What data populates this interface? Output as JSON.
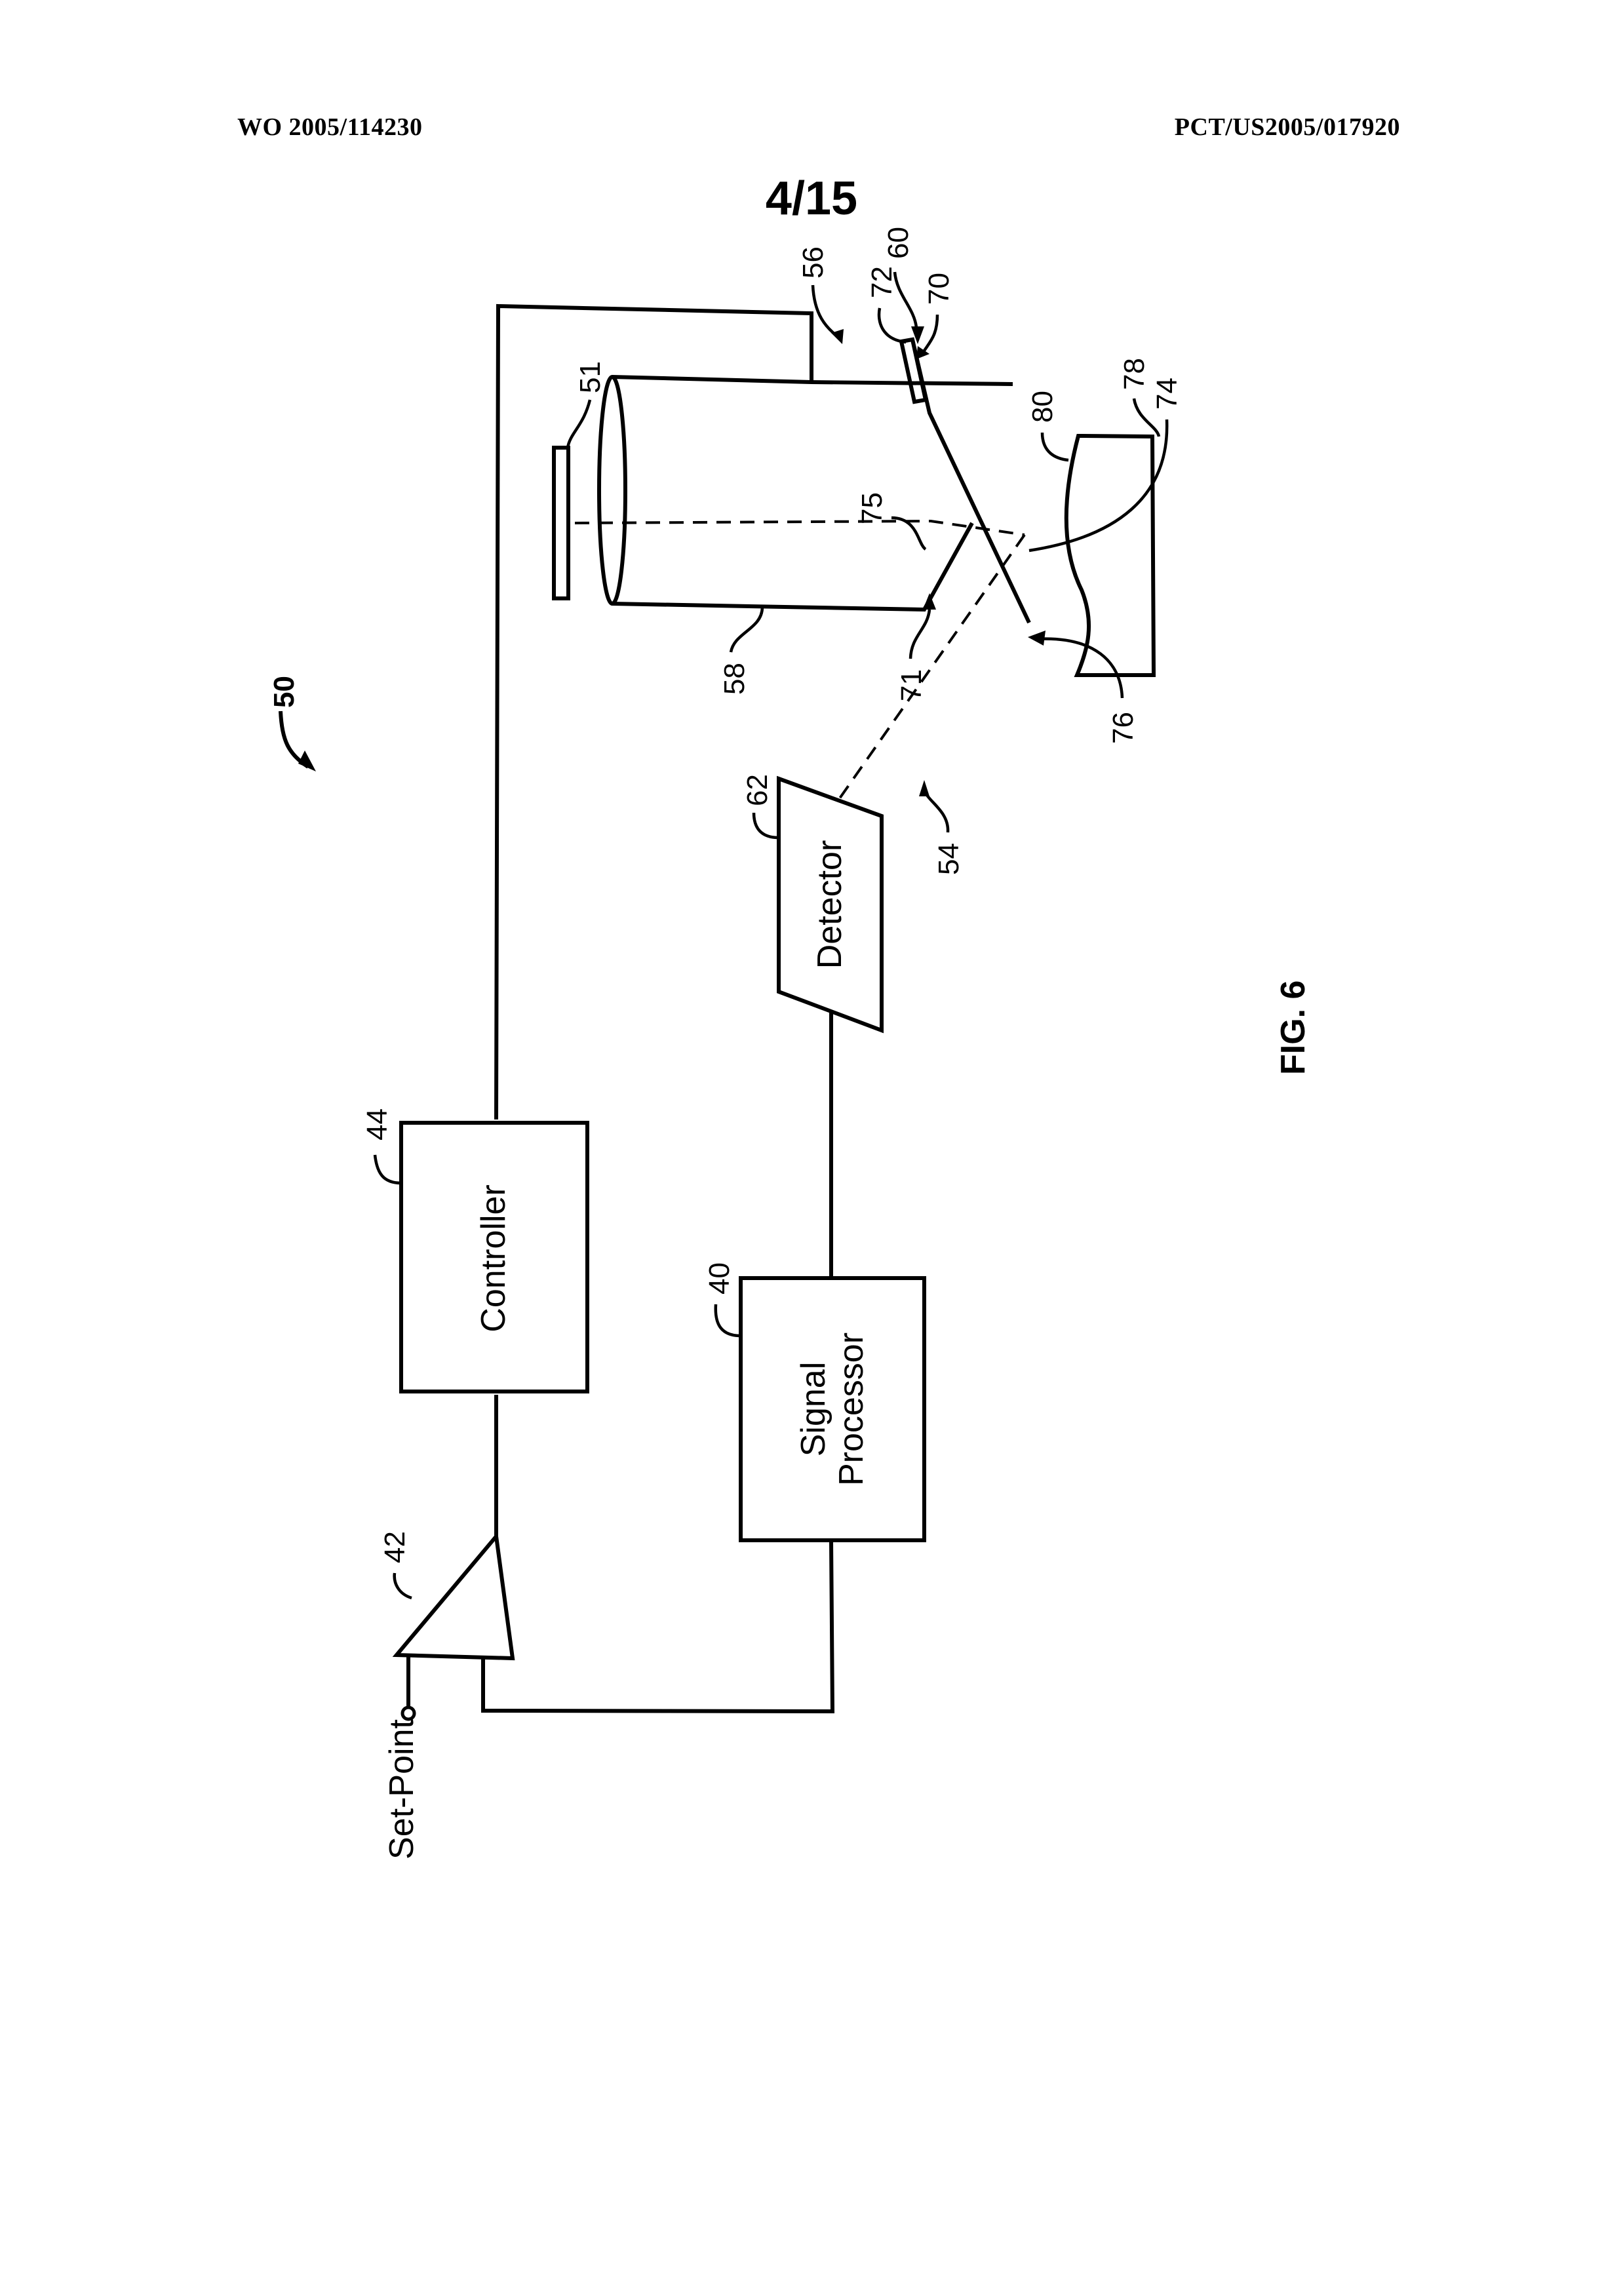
{
  "header": {
    "publication_number": "WO 2005/114230",
    "application_number": "PCT/US2005/017920",
    "sheet": "4/15"
  },
  "figure": {
    "caption": "FIG. 6",
    "system_ref": "50",
    "blocks": {
      "controller": {
        "label": "Controller",
        "ref": "44"
      },
      "signal_processor": {
        "label_line1": "Signal",
        "label_line2": "Processor",
        "ref": "40"
      },
      "detector": {
        "label": "Detector",
        "ref": "62"
      },
      "amplifier": {
        "ref": "42",
        "input_label": "Set-Point"
      }
    },
    "refs": {
      "light_source": "51",
      "optical_path_out": "54",
      "scanner_assembly": "56",
      "tube": "58",
      "probe": "60",
      "cantilever": "70",
      "tip": "71",
      "base": "72",
      "sample": "74",
      "apex": "75",
      "surface_feature": "76",
      "sample_holder": "78",
      "interaction_region": "80"
    }
  }
}
